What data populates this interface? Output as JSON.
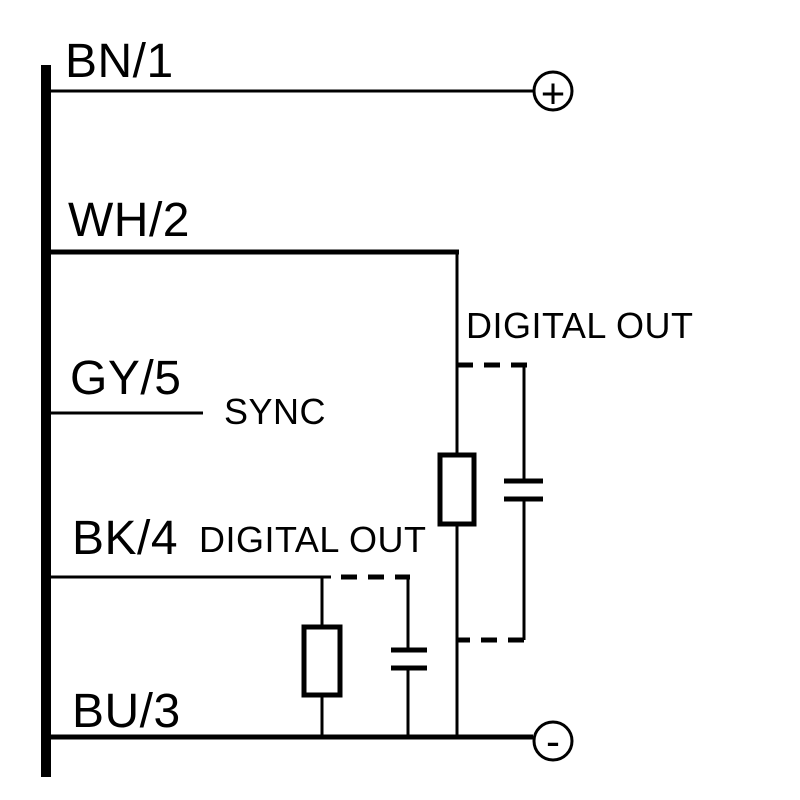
{
  "diagram": {
    "type": "sensor-wiring-connection-diagram",
    "pins": [
      {
        "label": "BN/1",
        "wire_color": "brown",
        "pin_number": 1,
        "connects_to": "positive-terminal"
      },
      {
        "label": "WH/2",
        "wire_color": "white",
        "pin_number": 2,
        "connects_to": "digital-out-network-right"
      },
      {
        "label": "GY/5",
        "wire_color": "grey",
        "pin_number": 5,
        "connects_to": "sync-stub"
      },
      {
        "label": "BK/4",
        "wire_color": "black",
        "pin_number": 4,
        "connects_to": "digital-out-network-left"
      },
      {
        "label": "BU/3",
        "wire_color": "blue",
        "pin_number": 3,
        "connects_to": "negative-terminal"
      }
    ],
    "labels": {
      "digital_out_top": "DIGITAL OUT",
      "sync": "SYNC",
      "digital_out_bottom": "DIGITAL OUT"
    },
    "terminals": {
      "positive": "+",
      "negative": "-"
    },
    "colors": {
      "stroke": "#000000",
      "background": "#ffffff"
    }
  }
}
